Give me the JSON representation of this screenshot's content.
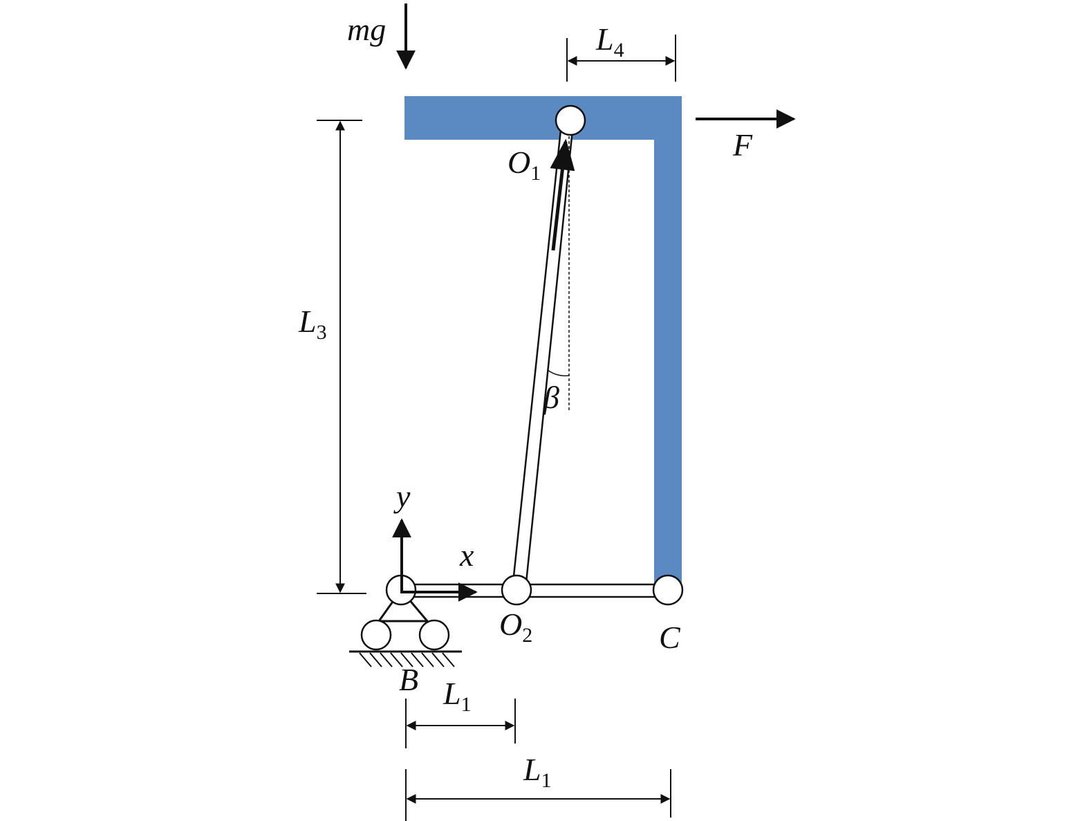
{
  "labels": {
    "mg": "mg",
    "F": "F",
    "O1": {
      "main": "O",
      "sub": "1"
    },
    "O2": {
      "main": "O",
      "sub": "2"
    },
    "B": "B",
    "C": "C",
    "x": "x",
    "y": "y",
    "beta": "β",
    "L3": {
      "main": "L",
      "sub": "3"
    },
    "L4": {
      "main": "L",
      "sub": "4"
    },
    "L1_short": {
      "main": "L",
      "sub": "1"
    },
    "L1_long": {
      "main": "L",
      "sub": "1"
    }
  },
  "colors": {
    "frame": "#5b8ac2",
    "ink": "#111111",
    "joint_fill": "#ffffff"
  }
}
